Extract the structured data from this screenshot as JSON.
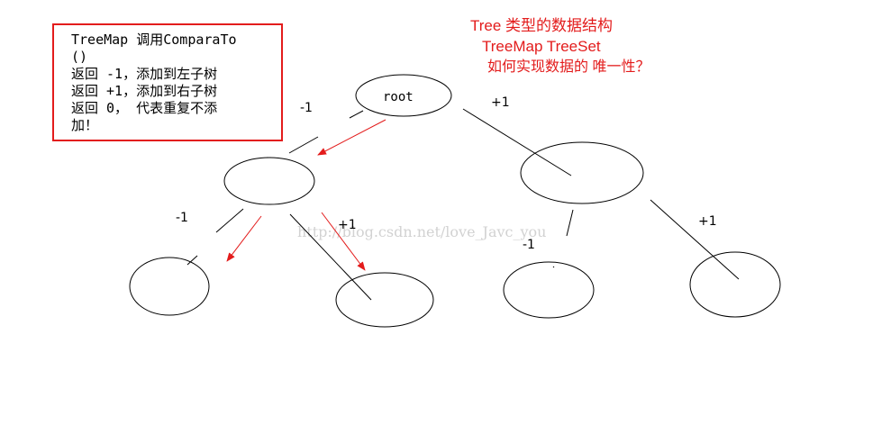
{
  "note_box": {
    "lines": [
      "TreeMap 调用ComparaTo",
      "()",
      "返回 -1，添加到左子树",
      "返回 +1，添加到右子树",
      "返回 0， 代表重复不添",
      "加！"
    ]
  },
  "heading": {
    "line1": "Tree 类型的数据结构",
    "line2": "TreeMap TreeSet",
    "line3": "如何实现数据的 唯一性？"
  },
  "tree": {
    "root_label": "root",
    "edge_labels": {
      "root_left": "-1",
      "root_right": "+1",
      "left_left": "-1",
      "left_right": "+1",
      "right_left": "-1",
      "right_right": "+1"
    }
  },
  "watermark": "http://blog.csdn.net/love_Javc_you",
  "colors": {
    "accent": "#e31c1c",
    "stroke": "#000000",
    "watermark": "#d2d2d2"
  }
}
